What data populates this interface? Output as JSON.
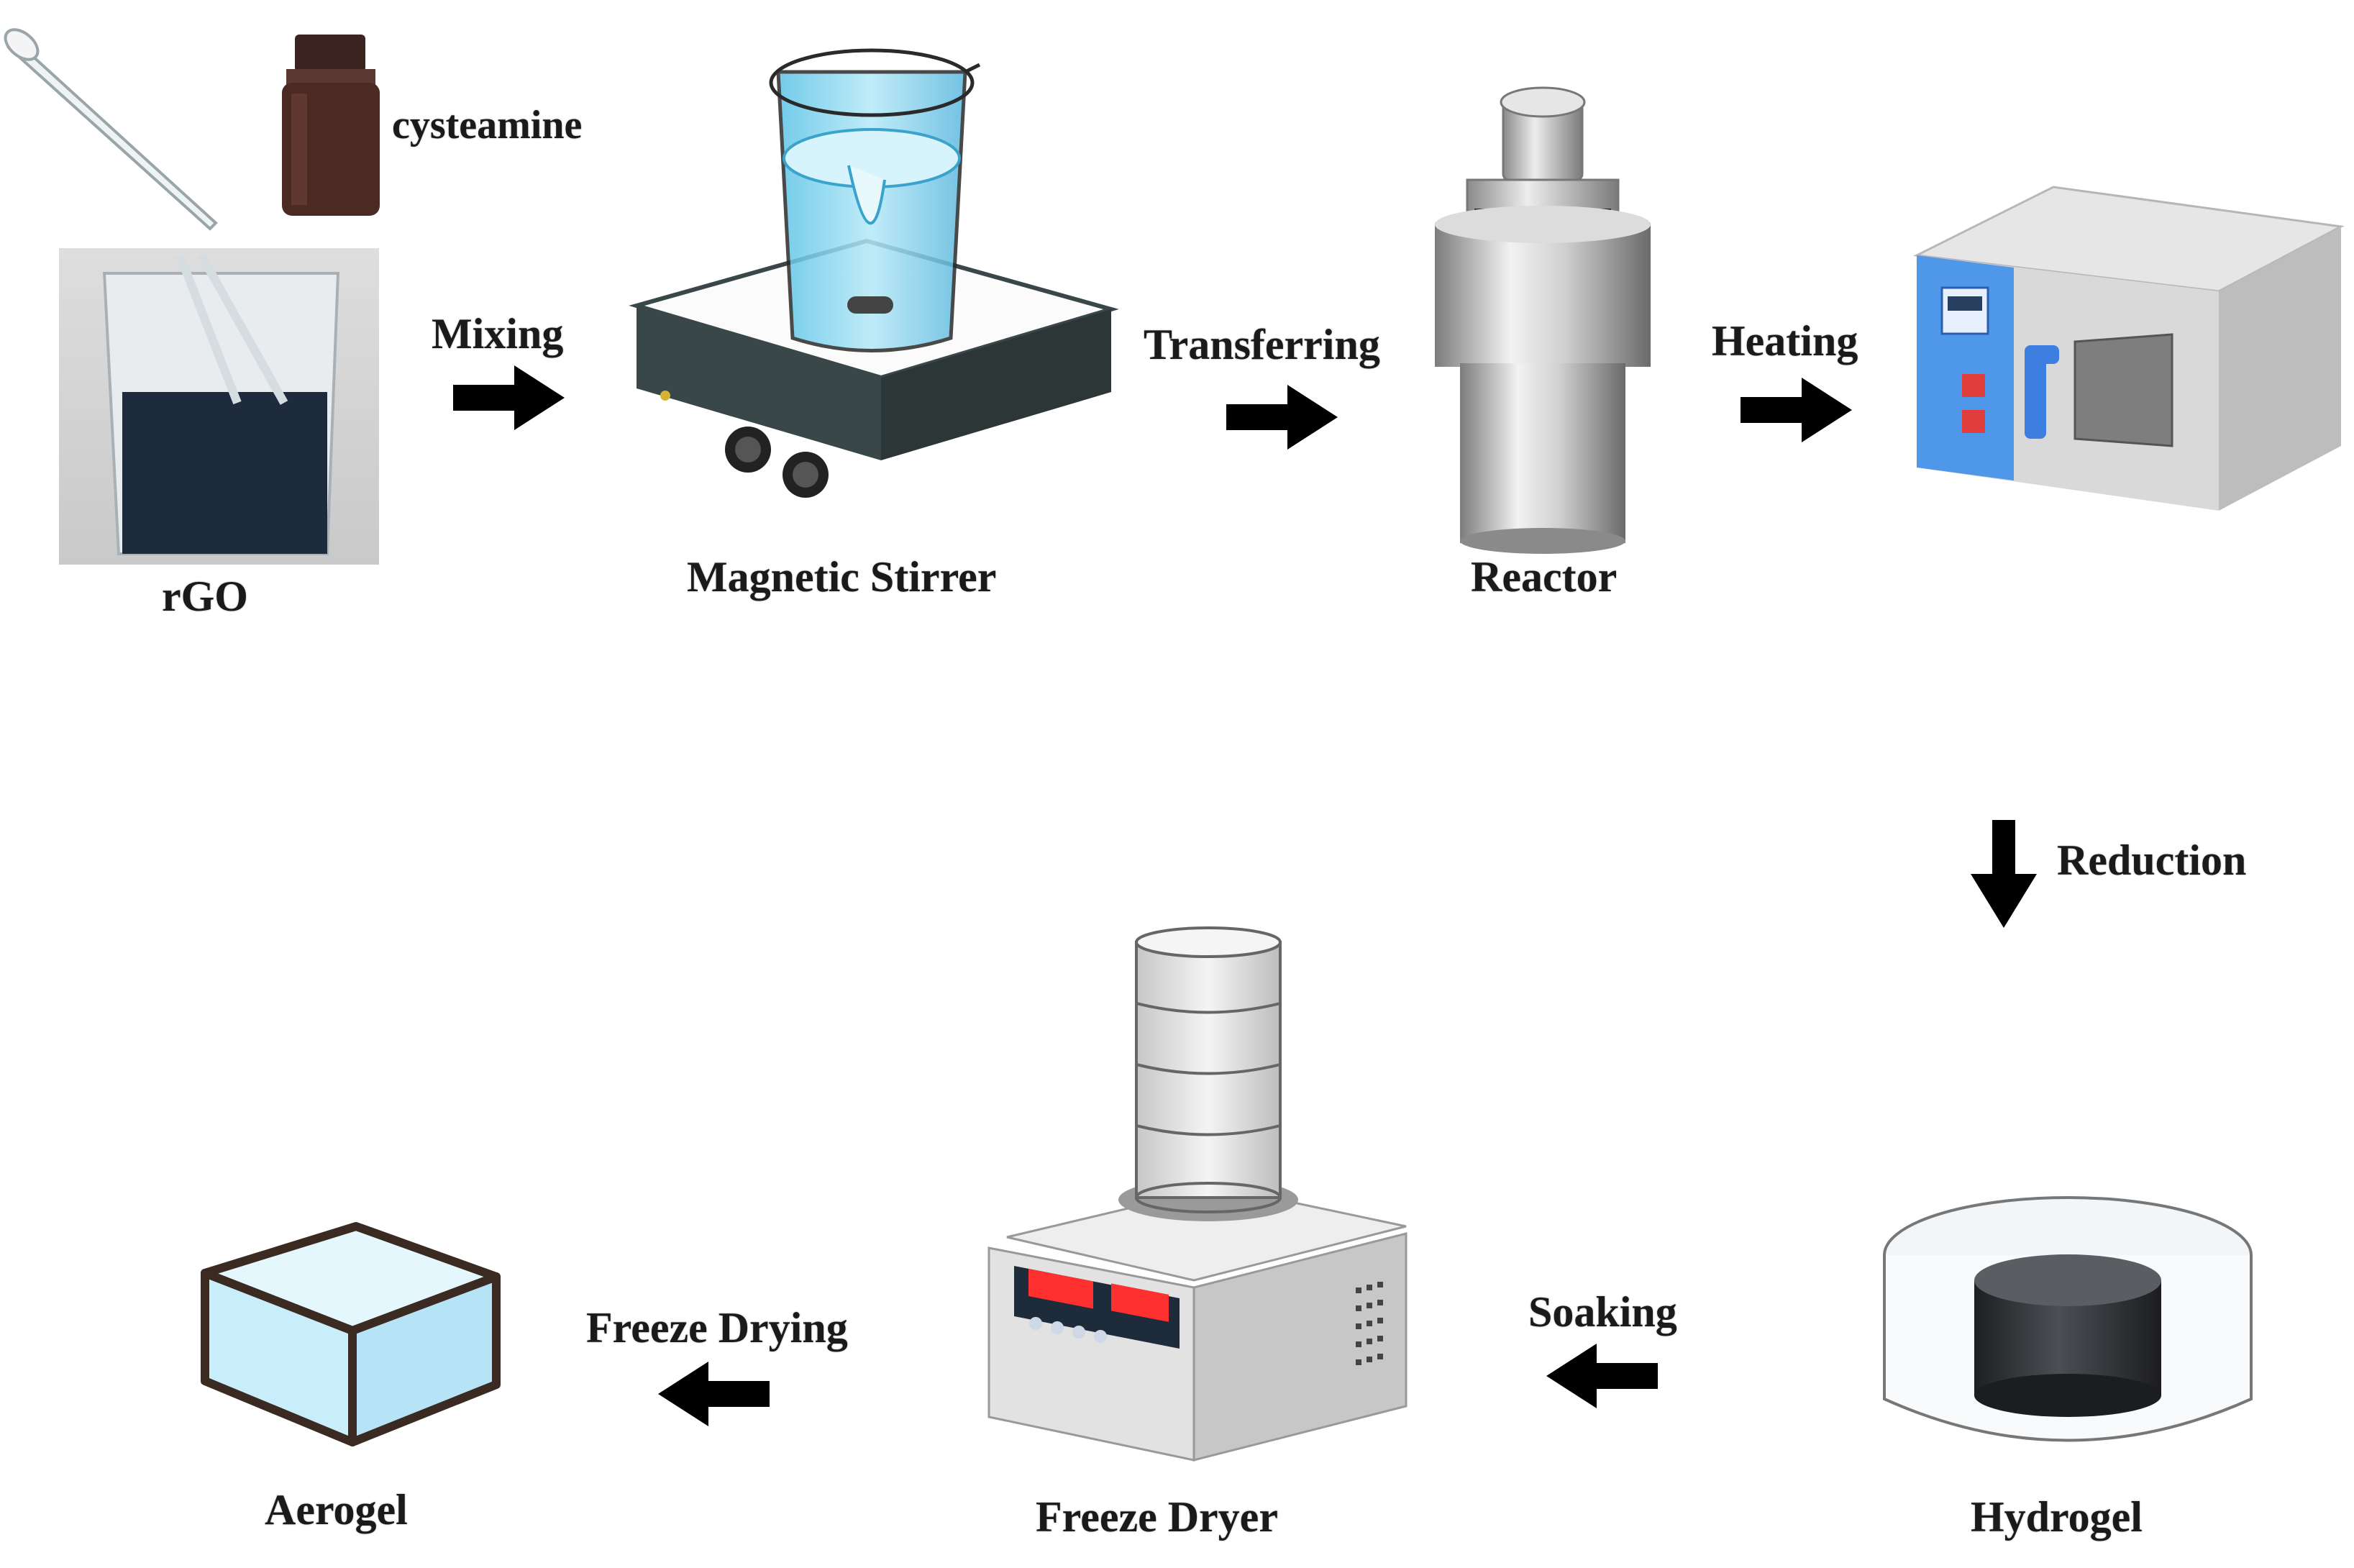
{
  "labels": {
    "cysteamine": "cysteamine",
    "rgo": "rGO",
    "mixing": "Mixing",
    "magnetic_stirrer": "Magnetic Stirrer",
    "transferring": "Transferring",
    "reactor": "Reactor",
    "heating": "Heating",
    "reduction": "Reduction",
    "hydrogel": "Hydrogel",
    "soaking": "Soaking",
    "freeze_dryer": "Freeze Dryer",
    "freeze_drying": "Freeze Drying",
    "aerogel": "Aerogel"
  },
  "colors": {
    "arrow": "#000000",
    "bottle": "#4a2a22",
    "rgo_liquid": "#1d2b3c",
    "water": "#8fd6ef",
    "stirrer_base": "#3a4748",
    "oven_panel": "#4f97e8",
    "indicator_red": "#e23c3c",
    "display_red": "#ff3030",
    "aerogel_fill": "#c9eefb",
    "aerogel_edge": "#3a2a22",
    "hydrogel": "#2b2d30"
  },
  "icons": {
    "dropper": "pipette-icon",
    "bottle": "reagent-bottle-icon",
    "beaker": "rgo-beaker-icon",
    "stirrer": "magnetic-stirrer-icon",
    "reactor": "reactor-icon",
    "oven": "oven-icon",
    "hydrogel": "hydrogel-dish-icon",
    "freeze_dryer": "freeze-dryer-icon",
    "aerogel": "aerogel-cube-icon"
  }
}
